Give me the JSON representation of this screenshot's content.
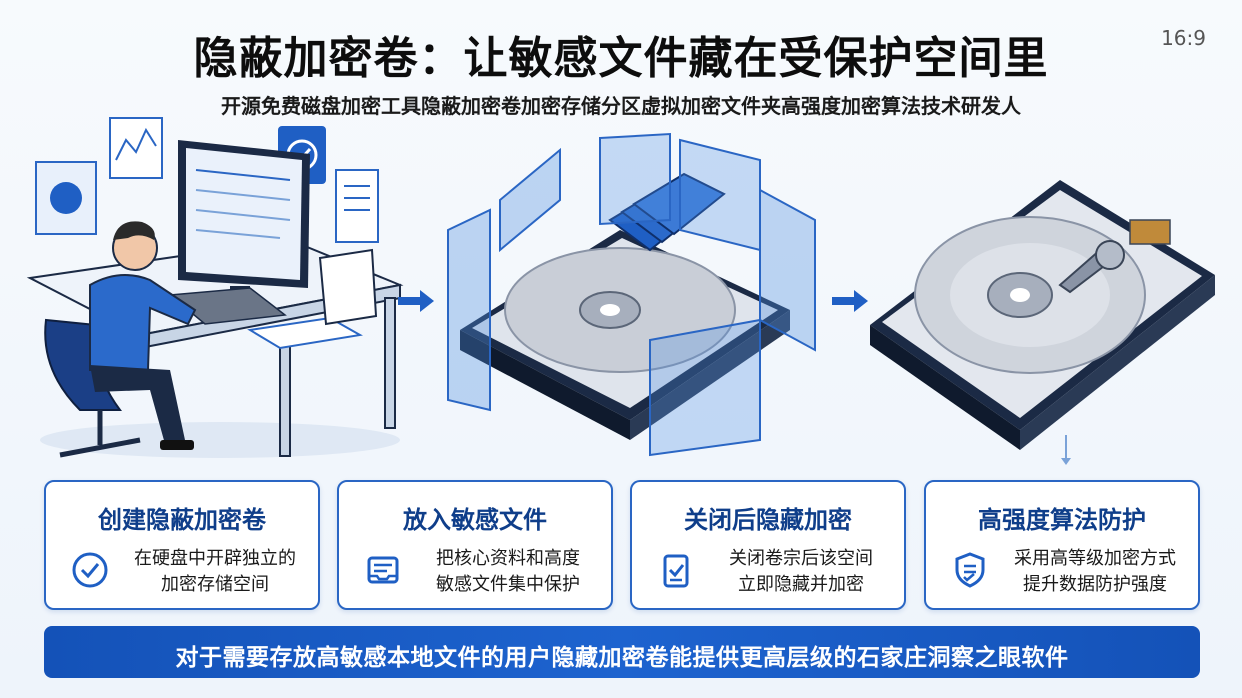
{
  "title": "隐蔽加密卷：让敏感文件藏在受保护空间里",
  "ratio": "16:9",
  "subtitle": "开源免费磁盘加密工具隐蔽加密卷加密存储分区虚拟加密文件夹高强度加密算法技术研发人",
  "cards": [
    {
      "title": "创建隐蔽加密卷",
      "line1": "在硬盘中开辟独立的",
      "line2": "加密存储空间",
      "icon": "check-circle-icon"
    },
    {
      "title": "放入敏感文件",
      "line1": "把核心资料和高度",
      "line2": "敏感文件集中保护",
      "icon": "document-tray-icon"
    },
    {
      "title": "关闭后隐藏加密",
      "line1": "关闭卷宗后该空间",
      "line2": "立即隐藏并加密",
      "icon": "clipboard-check-icon"
    },
    {
      "title": "高强度算法防护",
      "line1": "采用高等级加密方式",
      "line2": "提升数据防护强度",
      "icon": "shield-list-icon"
    }
  ],
  "banner": "对于需要存放高敏感本地文件的用户隐藏加密卷能提供更高层级的石家庄洞察之眼软件",
  "colors": {
    "accent": "#2a66c4",
    "banner": "#1452b8",
    "title_card": "#0f3e8a"
  }
}
